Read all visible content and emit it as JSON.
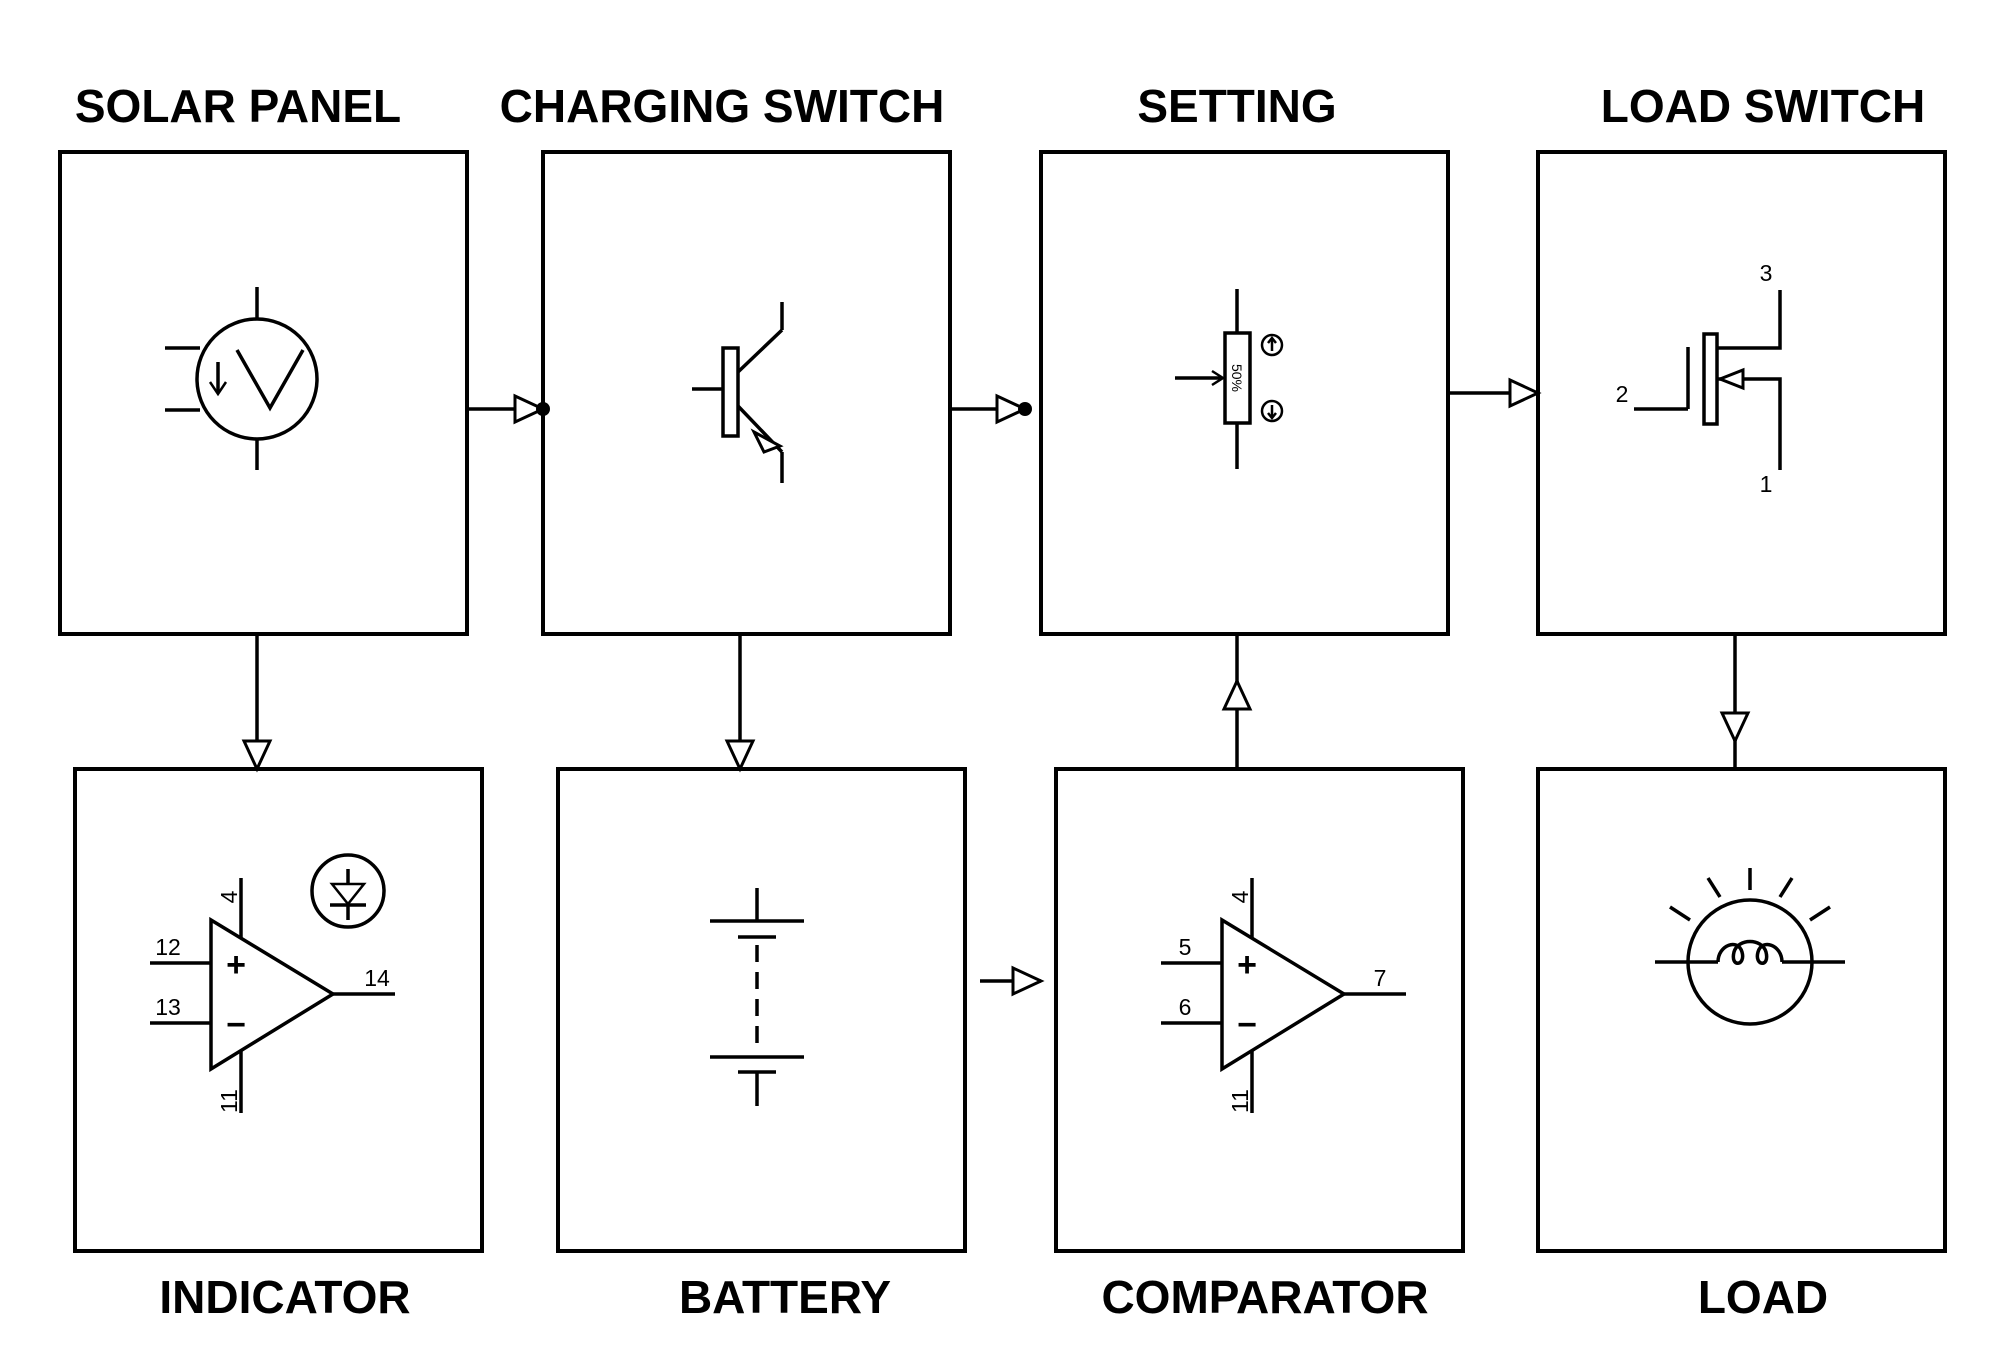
{
  "blocks": {
    "solar_panel": {
      "label": "SOLAR PANEL"
    },
    "charging_switch": {
      "label": "CHARGING SWITCH"
    },
    "setting": {
      "label": "SETTING",
      "pot_value": "50%"
    },
    "load_switch": {
      "label": "LOAD SWITCH",
      "pins": {
        "gate": "2",
        "drain": "3",
        "source": "1"
      }
    },
    "indicator": {
      "label": "INDICATOR",
      "pins": {
        "vcc": "4",
        "plus_in": "12",
        "minus_in": "13",
        "out": "14",
        "gnd": "11"
      }
    },
    "battery": {
      "label": "BATTERY"
    },
    "comparator": {
      "label": "COMPARATOR",
      "pins": {
        "vcc": "4",
        "plus_in": "5",
        "minus_in": "6",
        "out": "7",
        "gnd": "11"
      }
    },
    "load": {
      "label": "LOAD"
    }
  },
  "symbols": {
    "plus": "+",
    "minus": "−"
  },
  "connections": [
    {
      "from": "SOLAR PANEL",
      "to": "CHARGING SWITCH"
    },
    {
      "from": "CHARGING SWITCH",
      "to": "SETTING"
    },
    {
      "from": "SETTING",
      "to": "LOAD SWITCH"
    },
    {
      "from": "SOLAR PANEL",
      "to": "INDICATOR"
    },
    {
      "from": "CHARGING SWITCH",
      "to": "BATTERY"
    },
    {
      "from": "BATTERY",
      "to": "COMPARATOR"
    },
    {
      "from": "COMPARATOR",
      "to": "SETTING"
    },
    {
      "from": "LOAD SWITCH",
      "to": "LOAD"
    }
  ]
}
